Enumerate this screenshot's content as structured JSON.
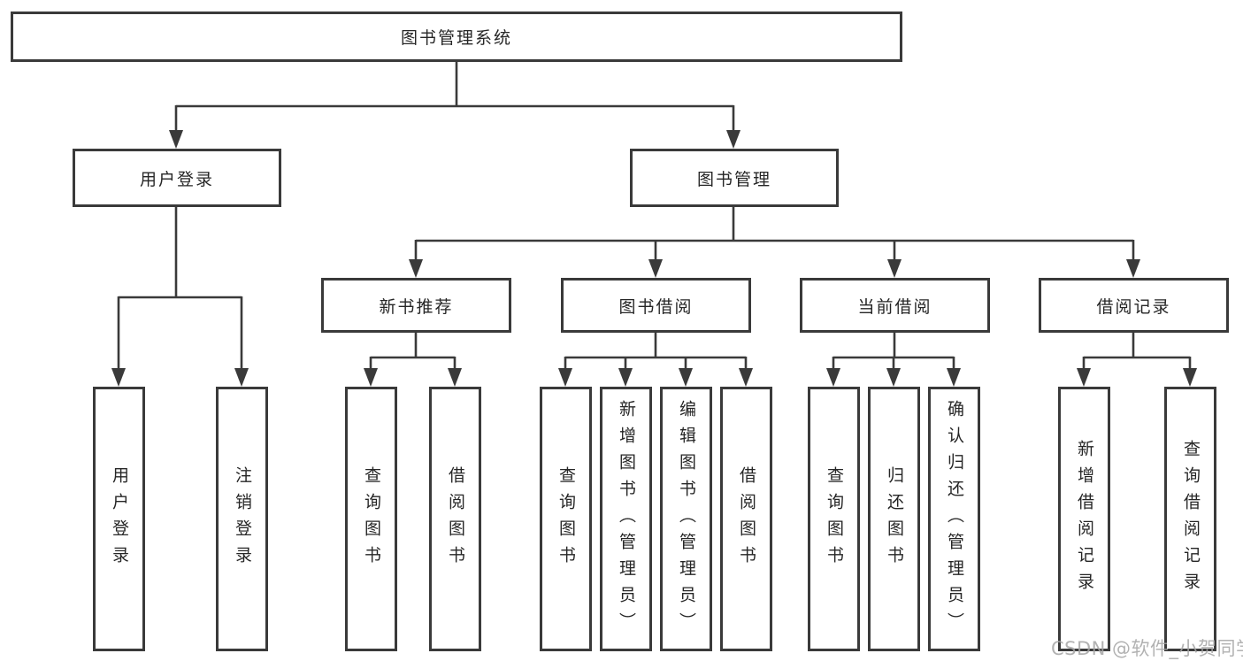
{
  "root": {
    "label": "图书管理系统"
  },
  "branches": [
    {
      "label": "用户登录",
      "children": [
        "用户登录",
        "注销登录"
      ]
    },
    {
      "label": "图书管理",
      "children": [
        {
          "label": "新书推荐",
          "children": [
            "查询图书",
            "借阅图书"
          ]
        },
        {
          "label": "图书借阅",
          "children": [
            "查询图书",
            "新增图书（管理员）",
            "编辑图书（管理员）",
            "借阅图书"
          ]
        },
        {
          "label": "当前借阅",
          "children": [
            "查询图书",
            "归还图书",
            "确认归还（管理员）"
          ]
        },
        {
          "label": "借阅记录",
          "children": [
            "新增借阅记录",
            "查询借阅记录"
          ]
        }
      ]
    }
  ],
  "watermark": {
    "text": "CSDN @软件_小贺同学"
  },
  "colors": {
    "line": "#3a3a3a",
    "text": "#262626",
    "watermark": "#a4a4a4",
    "background": "#ffffff"
  }
}
